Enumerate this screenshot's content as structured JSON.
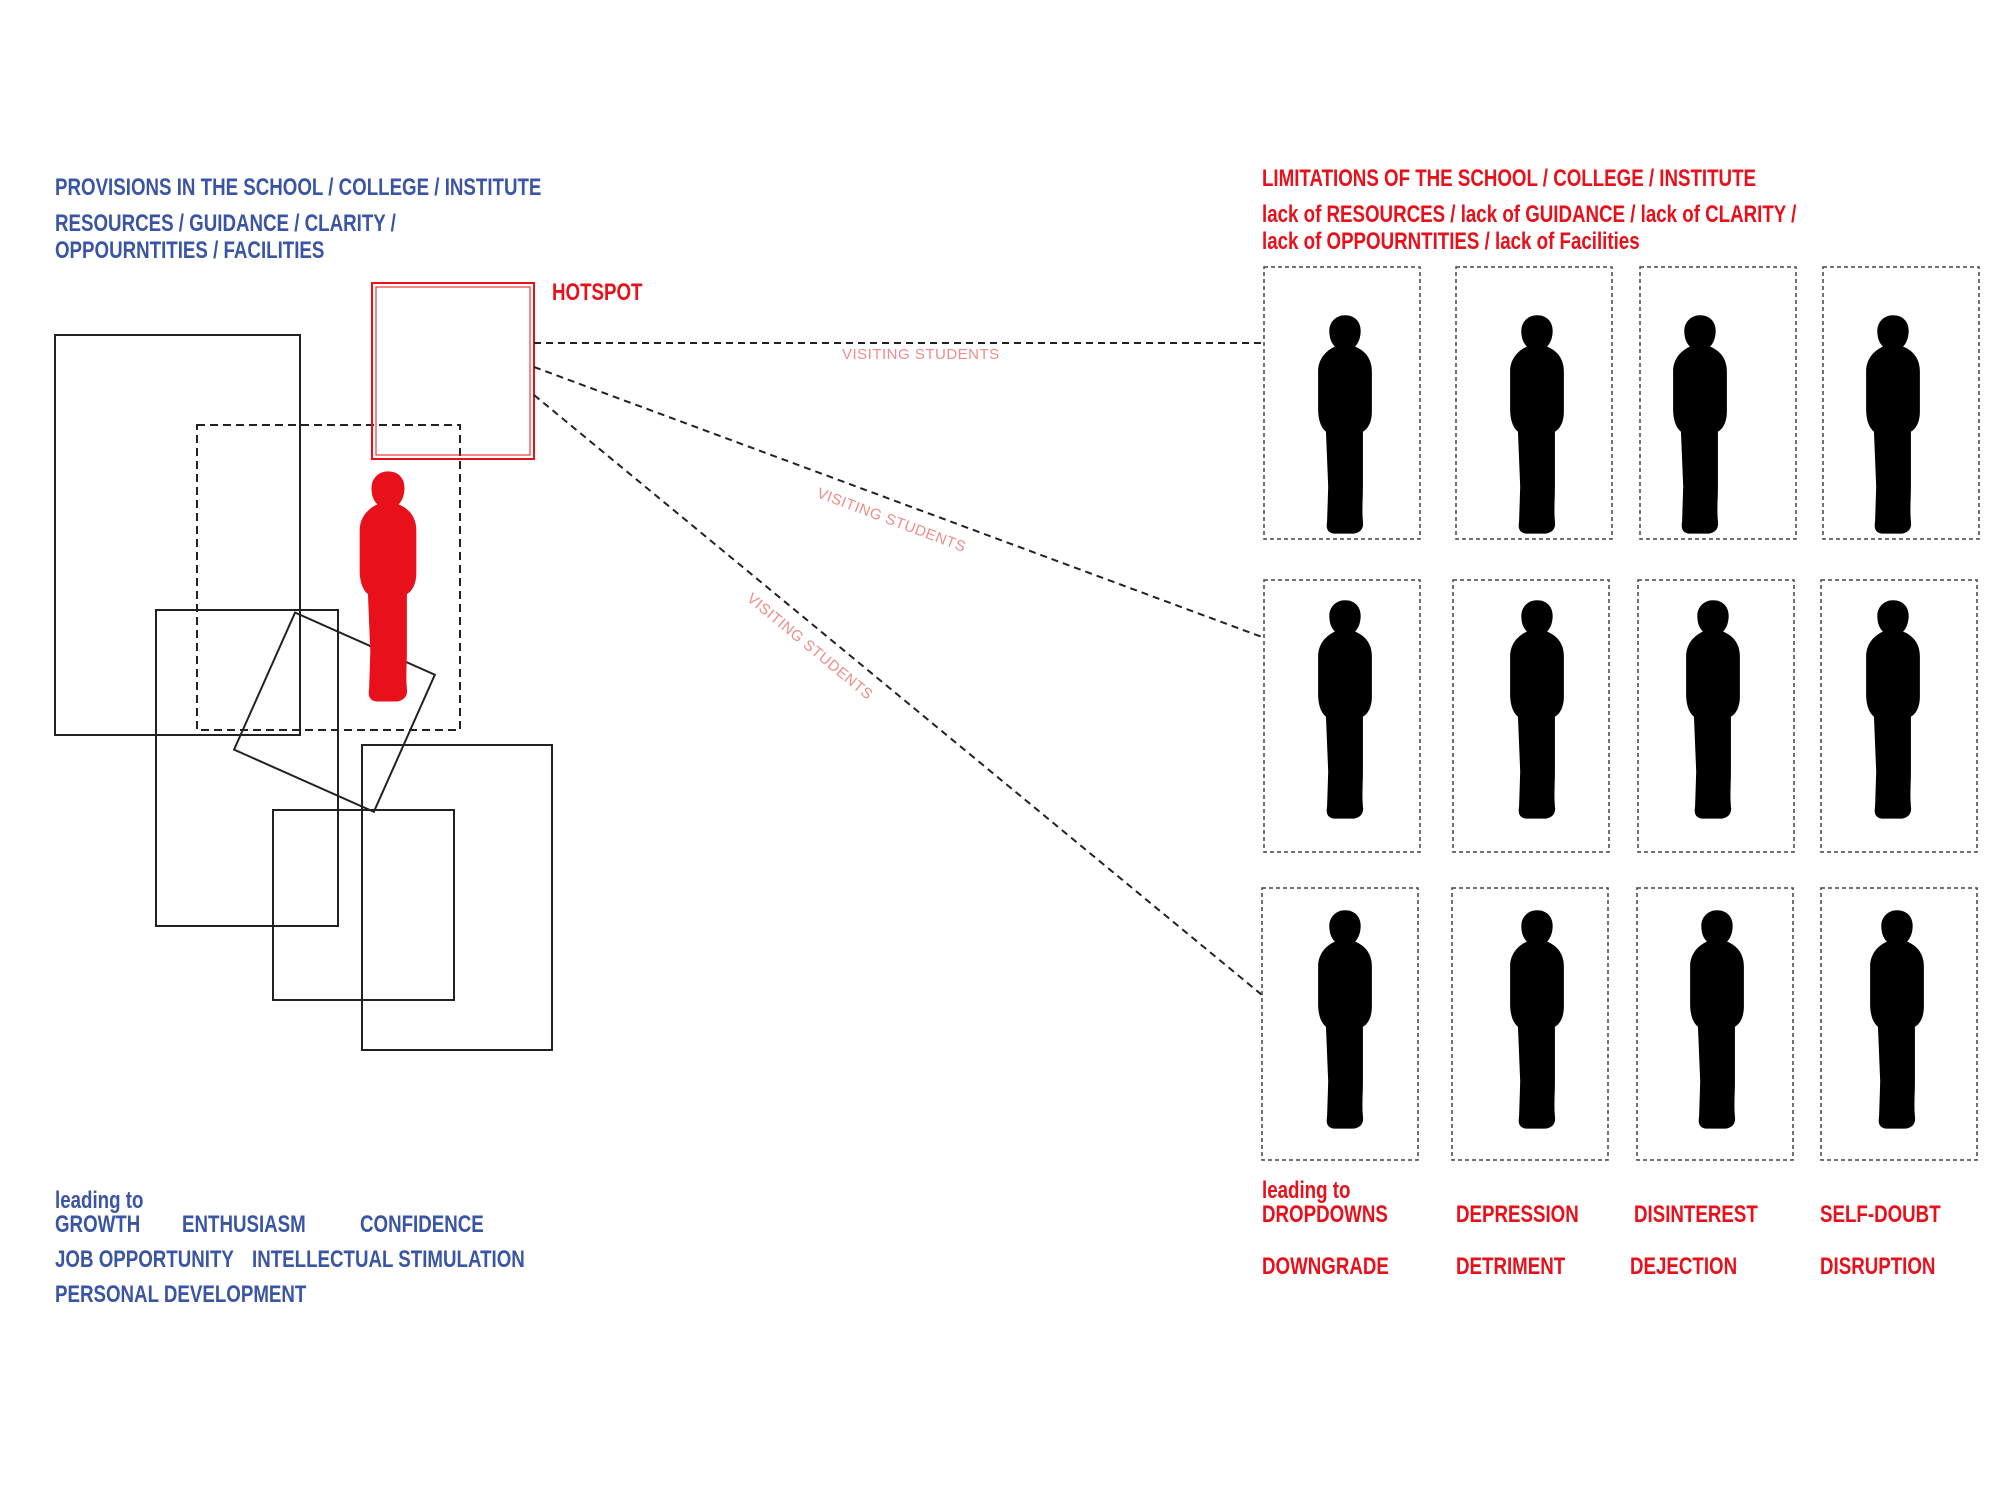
{
  "left": {
    "title": "PROVISIONS IN THE SCHOOL / COLLEGE / INSTITUTE",
    "line1": "RESOURCES   /   GUIDANCE / CLARITY /",
    "line2": "OPPOURNTITIES /  FACILITIES",
    "leading_to": "leading to",
    "outcomes": [
      "GROWTH",
      "ENTHUSIASM",
      "CONFIDENCE",
      "JOB OPPORTUNITY",
      "INTELLECTUAL STIMULATION",
      "PERSONAL DEVELOPMENT"
    ]
  },
  "hotspot_label": "HOTSPOT",
  "connector_label": "VISITING STUDENTS",
  "right": {
    "title": "LIMITATIONS OF THE SCHOOL / COLLEGE / INSTITUTE",
    "line1": "lack of  RESOURCES   /   lack of GUIDANCE / lack of CLARITY /",
    "line2": "lack of  OPPOURNTITIES /  lack of Facilities",
    "leading_to": "leading to",
    "outcomes": [
      "DROPDOWNS",
      "DEPRESSION",
      "DISINTEREST",
      "SELF-DOUBT",
      "DOWNGRADE",
      "DETRIMENT",
      "DEJECTION",
      "DISRUPTION"
    ]
  },
  "colors": {
    "blue": "#3b55a5",
    "red": "#e8101a",
    "connector_text": "#f08b8b",
    "figure": "#000000"
  },
  "icons": {
    "student_figure": "person-silhouette-icon",
    "highlighted_student": "red-person-silhouette-icon"
  }
}
